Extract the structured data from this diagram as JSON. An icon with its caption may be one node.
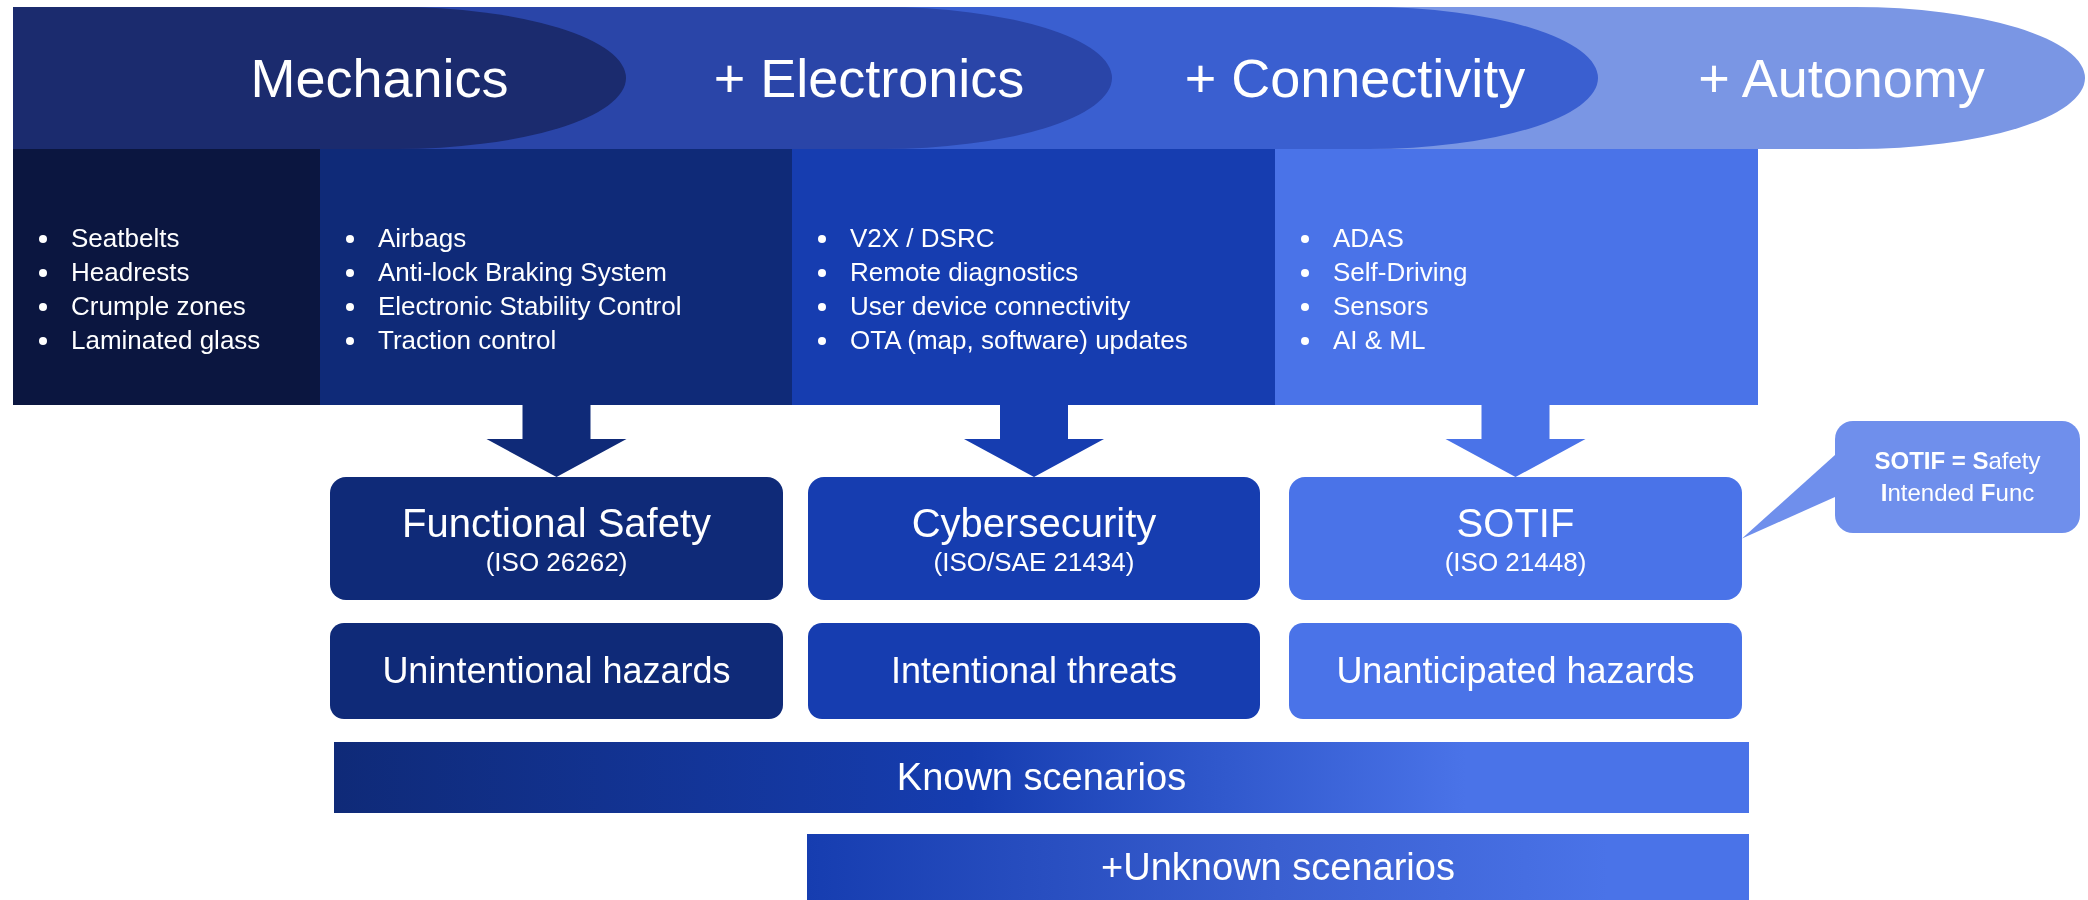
{
  "diagram": {
    "nodes": [
      {
        "text": [
          "Mechanics"
        ]
      },
      {
        "text": [
          "+ Electronics"
        ]
      },
      {
        "text": [
          "+ Connectivity"
        ]
      },
      {
        "text": [
          "+ Autonomy"
        ]
      },
      {
        "text": [
          "Seatbelts",
          "Headrests",
          "Crumple zones",
          "Laminated glass"
        ]
      },
      {
        "text": [
          "Airbags",
          "Anti-lock Braking System",
          "Electronic Stability Control",
          "Traction control"
        ]
      },
      {
        "text": [
          "V2X / DSRC",
          "Remote diagnostics",
          "User device connectivity",
          "OTA (map, software) updates"
        ]
      },
      {
        "text": [
          "ADAS",
          "Self-Driving",
          "Sensors",
          "AI & ML"
        ]
      },
      {
        "text": [
          "Functional Safety",
          "(ISO 26262)"
        ]
      },
      {
        "text": [
          "Cybersecurity",
          "(ISO/SAE 21434)"
        ]
      },
      {
        "text": [
          "SOTIF",
          "(ISO 21448)"
        ]
      },
      {
        "text": [
          "**SOTIF = S**afety **I**ntended **F**unc"
        ]
      },
      {
        "text": [
          "Unintentional hazards"
        ]
      },
      {
        "text": [
          "Intentional threats"
        ]
      },
      {
        "text": [
          "Unanticipated hazards"
        ]
      },
      {
        "text": [
          "Known scenarios"
        ]
      },
      {
        "text": [
          "+Unknown scenarios"
        ]
      }
    ],
    "edges": [
      {
        "from": 5,
        "to": 8,
        "arrow": "to"
      },
      {
        "from": 6,
        "to": 9,
        "arrow": "to"
      },
      {
        "from": 7,
        "to": 10,
        "arrow": "to"
      },
      {
        "from": 11,
        "to": 10,
        "arrow": "none"
      }
    ]
  }
}
